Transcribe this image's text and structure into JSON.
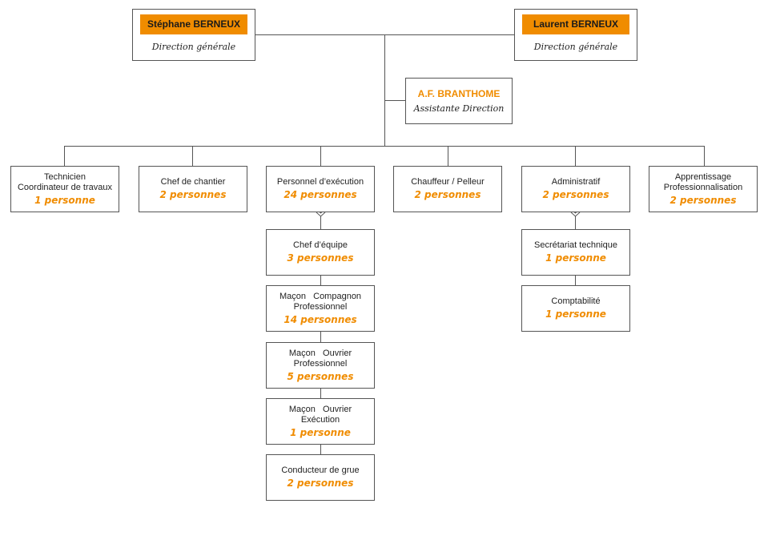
{
  "directors": [
    {
      "name": "Stéphane BERNEUX",
      "role": "Direction générale"
    },
    {
      "name": "Laurent BERNEUX",
      "role": "Direction générale"
    }
  ],
  "assistant": {
    "name": "A.F. BRANTHOME",
    "role": "Assistante Direction"
  },
  "departments": [
    {
      "lines": [
        "Technicien",
        "Coordinateur de travaux"
      ],
      "count": "1 personne"
    },
    {
      "lines": [
        "Chef de chantier"
      ],
      "count": "2 personnes"
    },
    {
      "lines": [
        "Personnel d’exécution"
      ],
      "count": "24 personnes"
    },
    {
      "lines": [
        "Chauffeur / Pelleur"
      ],
      "count": "2 personnes"
    },
    {
      "lines": [
        "Administratif"
      ],
      "count": "2 personnes"
    },
    {
      "lines": [
        "Apprentissage",
        "Professionnalisation"
      ],
      "count": "2 personnes"
    }
  ],
  "execution_staff": [
    {
      "lines": [
        "Chef d’équipe"
      ],
      "count": "3 personnes"
    },
    {
      "lines": [
        "Maçon   Compagnon",
        "Professionnel"
      ],
      "count": "14 personnes"
    },
    {
      "lines": [
        "Maçon   Ouvrier",
        "Professionnel"
      ],
      "count": "5 personnes"
    },
    {
      "lines": [
        "Maçon   Ouvrier",
        "Exécution"
      ],
      "count": "1 personne"
    },
    {
      "lines": [
        "Conducteur de grue"
      ],
      "count": "2 personnes"
    }
  ],
  "admin_staff": [
    {
      "lines": [
        "Secrétariat technique"
      ],
      "count": "1 personne"
    },
    {
      "lines": [
        "Comptabilité"
      ],
      "count": "1 personne"
    }
  ]
}
